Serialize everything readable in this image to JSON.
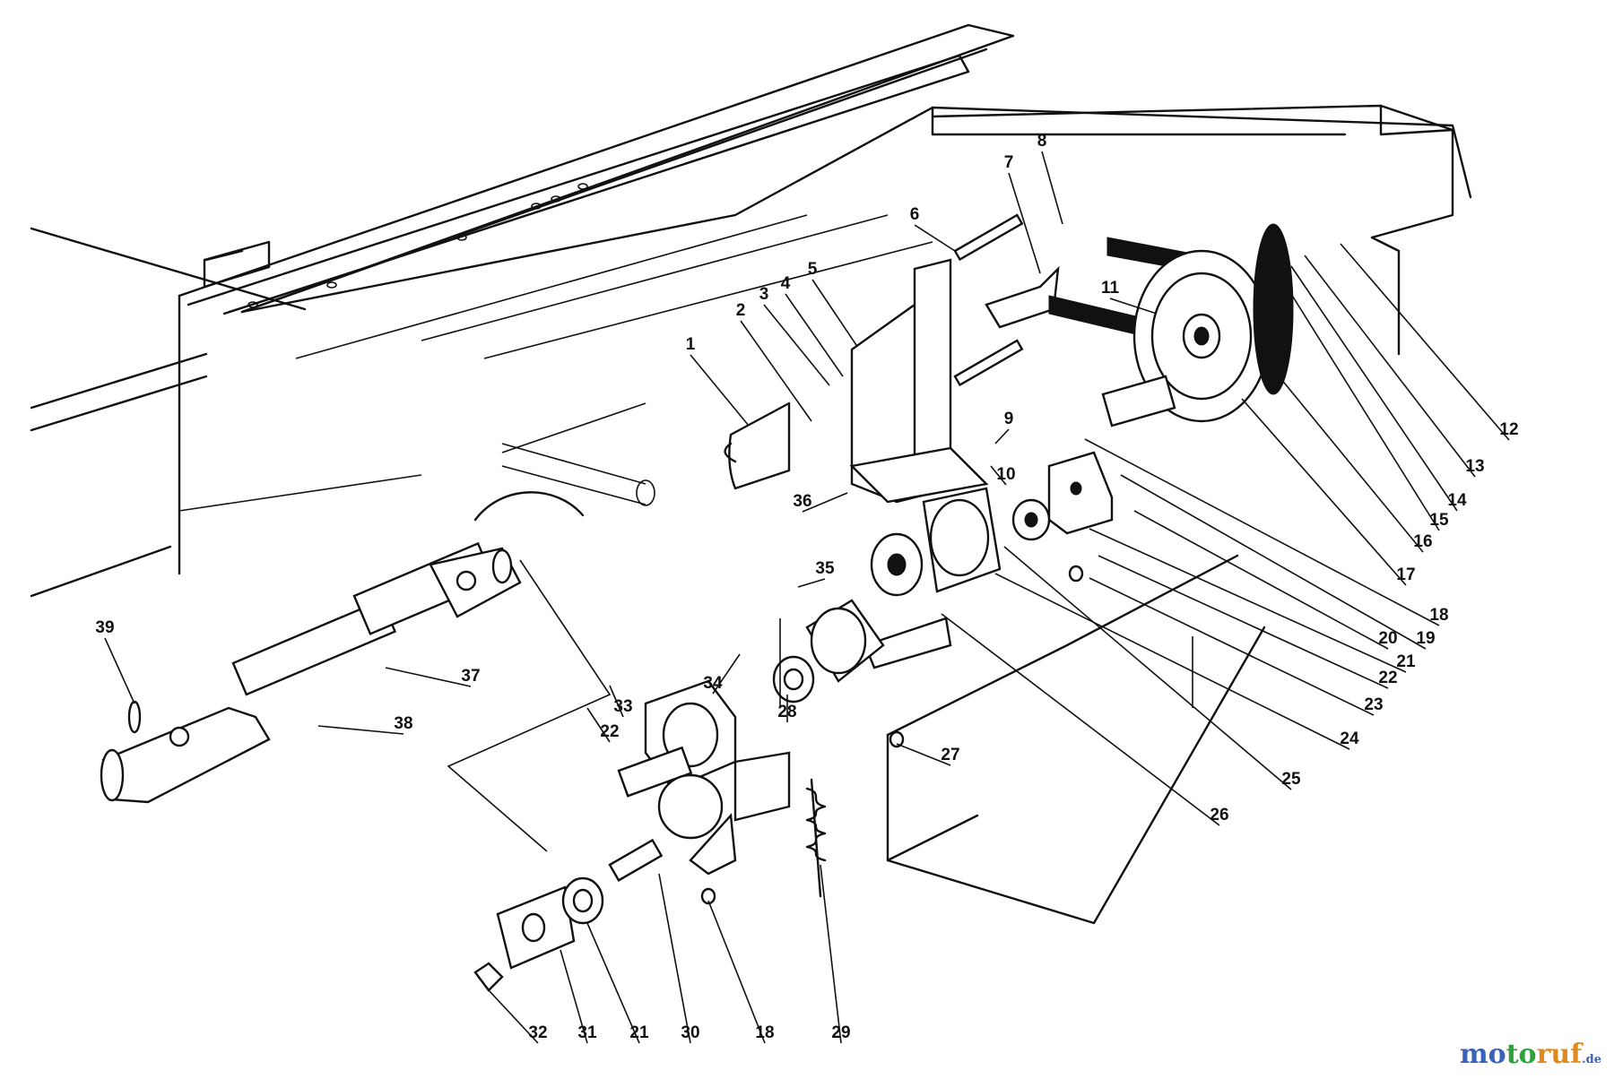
{
  "diagram": {
    "callouts": [
      {
        "id": "1",
        "label": "1"
      },
      {
        "id": "2",
        "label": "2"
      },
      {
        "id": "3",
        "label": "3"
      },
      {
        "id": "4",
        "label": "4"
      },
      {
        "id": "5",
        "label": "5"
      },
      {
        "id": "6",
        "label": "6"
      },
      {
        "id": "7",
        "label": "7"
      },
      {
        "id": "8",
        "label": "8"
      },
      {
        "id": "9",
        "label": "9"
      },
      {
        "id": "10",
        "label": "10"
      },
      {
        "id": "11",
        "label": "11"
      },
      {
        "id": "12",
        "label": "12"
      },
      {
        "id": "13",
        "label": "13"
      },
      {
        "id": "14",
        "label": "14"
      },
      {
        "id": "15",
        "label": "15"
      },
      {
        "id": "16",
        "label": "16"
      },
      {
        "id": "17",
        "label": "17"
      },
      {
        "id": "18a",
        "label": "18"
      },
      {
        "id": "19",
        "label": "19"
      },
      {
        "id": "20",
        "label": "20"
      },
      {
        "id": "21a",
        "label": "21"
      },
      {
        "id": "22a",
        "label": "22"
      },
      {
        "id": "23",
        "label": "23"
      },
      {
        "id": "24",
        "label": "24"
      },
      {
        "id": "25",
        "label": "25"
      },
      {
        "id": "26",
        "label": "26"
      },
      {
        "id": "27",
        "label": "27"
      },
      {
        "id": "28",
        "label": "28"
      },
      {
        "id": "33",
        "label": "33"
      },
      {
        "id": "22b",
        "label": "22"
      },
      {
        "id": "34",
        "label": "34"
      },
      {
        "id": "35",
        "label": "35"
      },
      {
        "id": "36",
        "label": "36"
      },
      {
        "id": "37",
        "label": "37"
      },
      {
        "id": "38",
        "label": "38"
      },
      {
        "id": "39",
        "label": "39"
      },
      {
        "id": "29",
        "label": "29"
      },
      {
        "id": "18b",
        "label": "18"
      },
      {
        "id": "30",
        "label": "30"
      },
      {
        "id": "21b",
        "label": "21"
      },
      {
        "id": "31",
        "label": "31"
      },
      {
        "id": "32",
        "label": "32"
      }
    ]
  },
  "watermark": {
    "part1": "mo",
    "part2": "to",
    "part3": "ruf",
    "part4": ".de"
  }
}
